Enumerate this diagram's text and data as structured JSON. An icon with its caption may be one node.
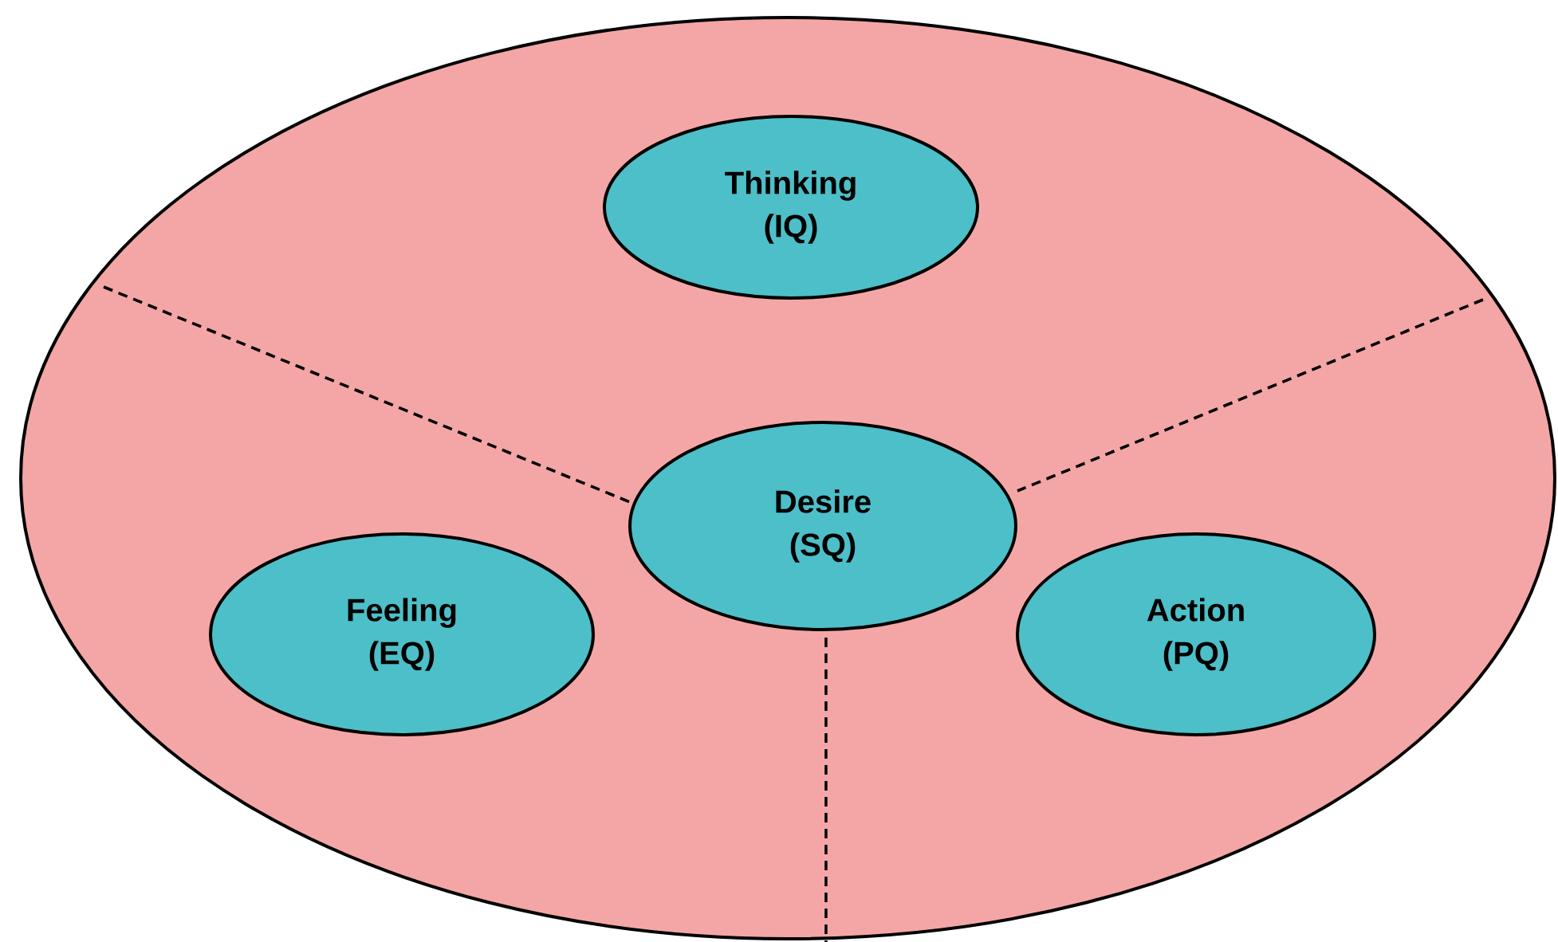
{
  "diagram": {
    "nodes": [
      {
        "text": [],
        "shape": "ellipse"
      },
      {
        "text": [
          "Thinking (IQ)"
        ],
        "in": 0
      },
      {
        "text": [
          "Desire (SQ)"
        ],
        "in": 0
      },
      {
        "text": [
          "Feeling (EQ)"
        ],
        "in": 0
      },
      {
        "text": [
          "Action (PQ)"
        ],
        "in": 0
      }
    ]
  }
}
